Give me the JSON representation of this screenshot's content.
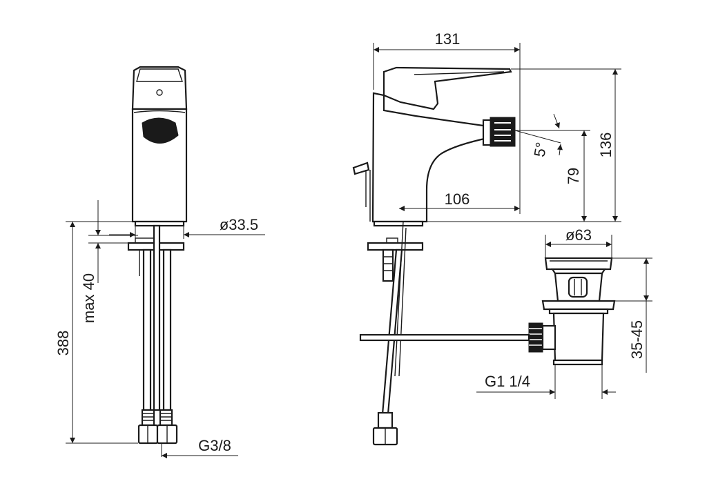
{
  "dimensions": {
    "width": "131",
    "height": "136",
    "spout_reach": "106",
    "spout_height": "79",
    "angle": "5°",
    "base_diameter": "ø33.5",
    "max_deck_thickness": "max 40",
    "hose_length": "388",
    "hose_connection": "G3/8",
    "waste_diameter": "ø63",
    "waste_range": "35-45",
    "waste_thread": "G1 1/4"
  },
  "colors": {
    "line": "#1a1a1a",
    "background": "#ffffff"
  }
}
